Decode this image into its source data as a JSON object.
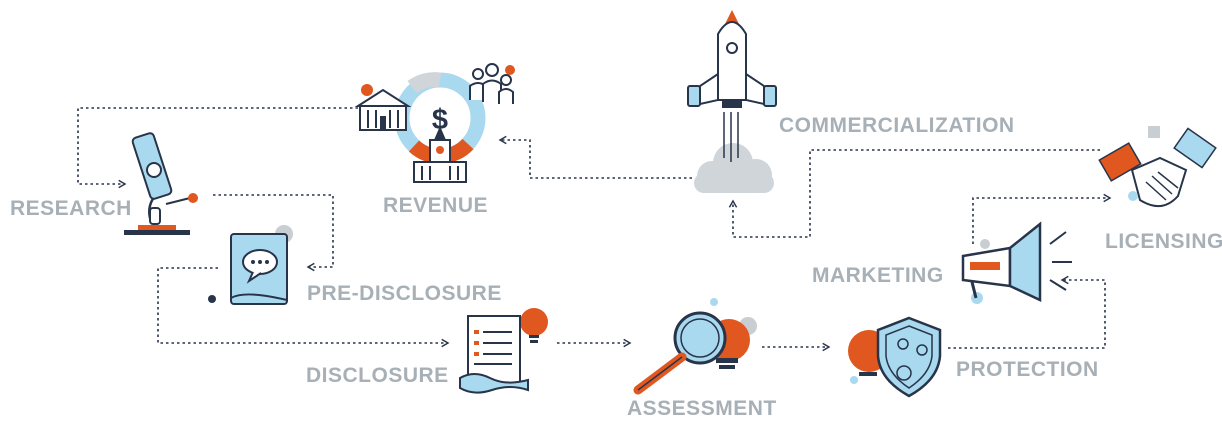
{
  "stages": {
    "research": "RESEARCH",
    "pre_disclosure": "PRE-DISCLOSURE",
    "disclosure": "DISCLOSURE",
    "assessment": "ASSESSMENT",
    "protection": "PROTECTION",
    "marketing": "MARKETING",
    "licensing": "LICENSING",
    "commercialization": "COMMERCIALIZATION",
    "revenue": "REVENUE"
  },
  "icons": {
    "research": "microscope-icon",
    "pre_disclosure": "speech-bubble-document-icon",
    "disclosure": "document-lightbulb-icon",
    "assessment": "magnifier-lightbulb-icon",
    "protection": "shield-lightbulb-icon",
    "marketing": "megaphone-icon",
    "licensing": "handshake-icon",
    "commercialization": "rocket-icon",
    "revenue": "revenue-dollar-icon"
  },
  "revenue_symbol": "$",
  "colors": {
    "navy": "#27344a",
    "orange": "#e0571f",
    "light_blue": "#a9d9ef",
    "label_gray": "#a7b0b6",
    "cloud_gray": "#d0d5d9"
  }
}
